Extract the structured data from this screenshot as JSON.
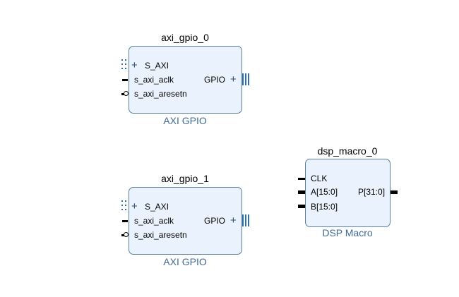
{
  "blocks": {
    "gpio0": {
      "instance": "axi_gpio_0",
      "type": "AXI GPIO",
      "ports_left": [
        "S_AXI",
        "s_axi_aclk",
        "s_axi_aresetn"
      ],
      "ports_right": [
        "GPIO"
      ]
    },
    "gpio1": {
      "instance": "axi_gpio_1",
      "type": "AXI GPIO",
      "ports_left": [
        "S_AXI",
        "s_axi_aclk",
        "s_axi_aresetn"
      ],
      "ports_right": [
        "GPIO"
      ]
    },
    "dsp": {
      "instance": "dsp_macro_0",
      "type": "DSP Macro",
      "ports_left": [
        "CLK",
        "A[15:0]",
        "B[15:0]"
      ],
      "ports_right": [
        "P[31:0]"
      ]
    }
  },
  "colors": {
    "block_fill": "#eaf3fd",
    "block_border": "#5b7da0",
    "type_label": "#3f6b94"
  }
}
